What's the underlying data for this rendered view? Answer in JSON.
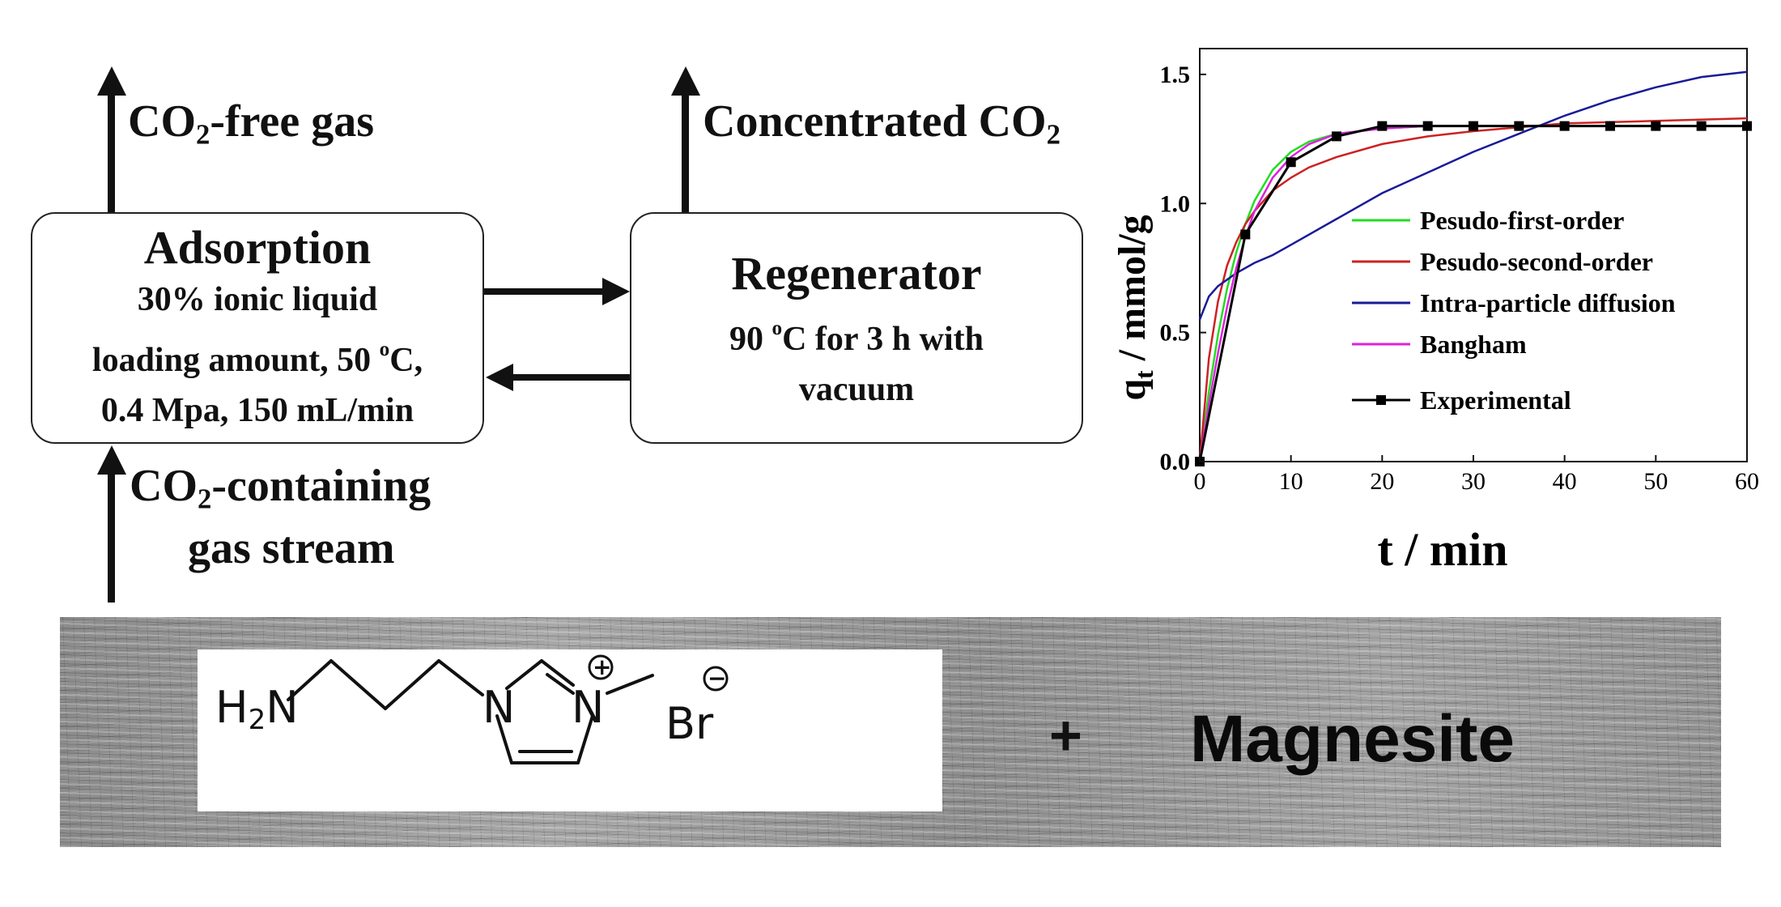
{
  "flow": {
    "co2_free": {
      "prefix": "CO",
      "sub": "2",
      "suffix": "-free gas"
    },
    "concentrated": {
      "prefix": "Concentrated CO",
      "sub": "2"
    },
    "co2_containing": {
      "prefix": "CO",
      "sub": "2",
      "suffix": "-containing",
      "line2": "gas stream"
    },
    "adsorption": {
      "title": "Adsorption",
      "line1": "30% ionic liquid",
      "line2_a": "loading amount, 50 ",
      "line2_sup": "o",
      "line2_b": "C,",
      "line3": "0.4 Mpa, 150 mL/min"
    },
    "regenerator": {
      "title": "Regenerator",
      "line1_a": "90 ",
      "line1_sup": "o",
      "line1_b": "C for 3 h with",
      "line2": "vacuum"
    }
  },
  "molecule": {
    "amine_h": "H",
    "amine_sub": "2",
    "amine_n": "N",
    "ring_n1": "N",
    "ring_n3": "N",
    "plus_charge": "+",
    "anion": "Br",
    "minus_charge": "−"
  },
  "bottom": {
    "plus": "+",
    "material": "Magnesite"
  },
  "chart_data": {
    "type": "line",
    "title": "",
    "xlabel": "t / min",
    "ylabel_main": "q",
    "ylabel_sub": "t",
    "ylabel_rest": " / mmol/g",
    "xlim": [
      0,
      60
    ],
    "ylim": [
      0,
      1.6
    ],
    "xticks": [
      0,
      10,
      20,
      30,
      40,
      50,
      60
    ],
    "yticks": [
      0.0,
      0.5,
      1.0,
      1.5
    ],
    "ytick_labels": [
      "0.0",
      "0.5",
      "1.0",
      "1.5"
    ],
    "legend_position": "center-right",
    "series": [
      {
        "name": "Pesudo-first-order",
        "color": "#22dd22",
        "x": [
          0,
          1,
          2,
          3,
          4,
          5,
          6,
          8,
          10,
          12,
          15,
          20,
          25,
          30,
          40,
          50,
          60
        ],
        "y": [
          0,
          0.27,
          0.49,
          0.67,
          0.81,
          0.92,
          1.01,
          1.13,
          1.2,
          1.24,
          1.27,
          1.29,
          1.3,
          1.3,
          1.3,
          1.3,
          1.3
        ]
      },
      {
        "name": "Pesudo-second-order",
        "color": "#cc2222",
        "x": [
          0,
          1,
          2,
          3,
          4,
          5,
          6,
          8,
          10,
          12,
          15,
          20,
          25,
          30,
          40,
          50,
          60
        ],
        "y": [
          0,
          0.4,
          0.62,
          0.76,
          0.85,
          0.92,
          0.97,
          1.05,
          1.1,
          1.14,
          1.18,
          1.23,
          1.26,
          1.28,
          1.31,
          1.32,
          1.33
        ]
      },
      {
        "name": "Intra-particle diffusion",
        "color": "#1a1a99",
        "x": [
          0,
          1,
          2,
          4,
          6,
          8,
          10,
          15,
          20,
          25,
          30,
          35,
          40,
          45,
          50,
          55,
          60
        ],
        "y": [
          0.55,
          0.64,
          0.68,
          0.73,
          0.77,
          0.8,
          0.84,
          0.94,
          1.04,
          1.12,
          1.2,
          1.27,
          1.34,
          1.4,
          1.45,
          1.49,
          1.51
        ]
      },
      {
        "name": "Bangham",
        "color": "#dd22dd",
        "x": [
          0,
          1,
          2,
          3,
          4,
          5,
          6,
          8,
          10,
          12,
          15,
          20,
          25,
          30,
          40,
          50,
          60
        ],
        "y": [
          0,
          0.22,
          0.42,
          0.6,
          0.75,
          0.87,
          0.97,
          1.1,
          1.18,
          1.23,
          1.27,
          1.29,
          1.3,
          1.3,
          1.3,
          1.3,
          1.3
        ]
      },
      {
        "name": "Experimental",
        "color": "#000000",
        "markers": true,
        "x": [
          0,
          5,
          10,
          15,
          20,
          25,
          30,
          35,
          40,
          45,
          50,
          55,
          60
        ],
        "y": [
          0,
          0.88,
          1.16,
          1.26,
          1.3,
          1.3,
          1.3,
          1.3,
          1.3,
          1.3,
          1.3,
          1.3,
          1.3
        ]
      }
    ]
  }
}
